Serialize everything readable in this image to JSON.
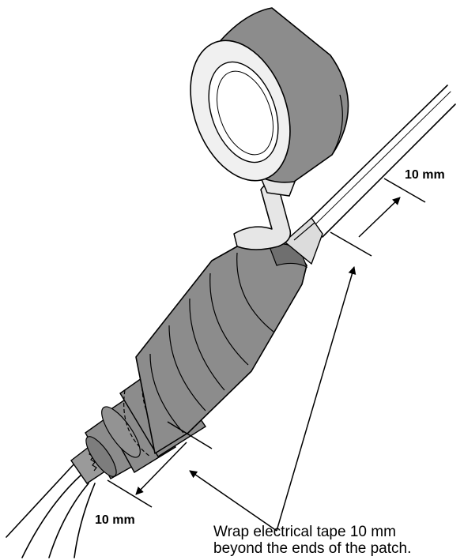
{
  "labels": {
    "dim_top": "10 mm",
    "dim_bottom": "10 mm",
    "caption_line1": "Wrap electrical tape 10 mm",
    "caption_line2": "beyond the ends of the patch."
  },
  "colors": {
    "tape_gray": "#8c8c8c",
    "tape_dark": "#6f6f6f",
    "roll_face": "#f0f0f0",
    "cable_light": "#e6e6e6"
  }
}
